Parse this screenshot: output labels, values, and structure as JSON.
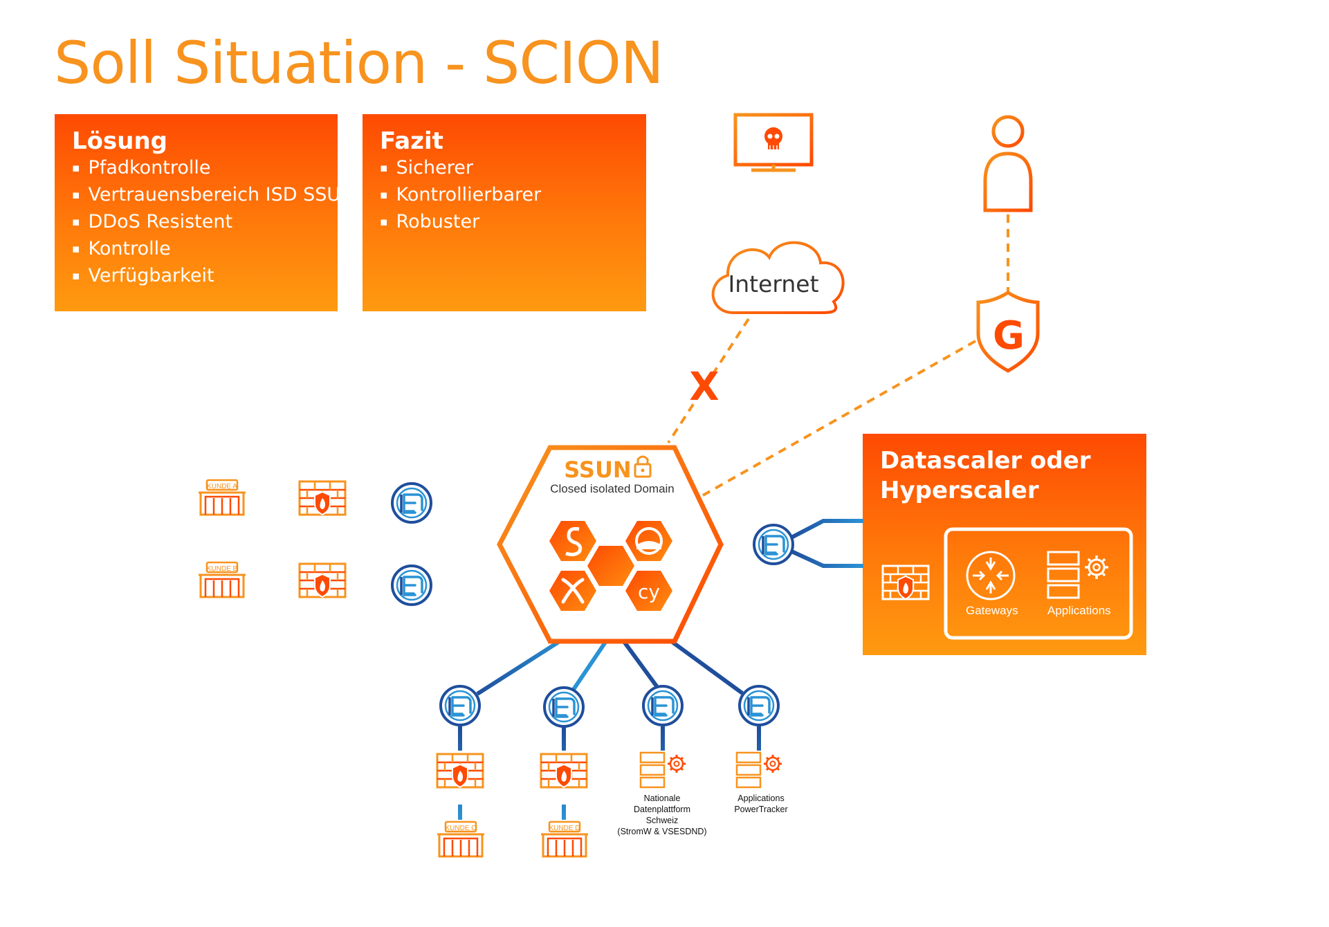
{
  "title": "Soll Situation - SCION",
  "solution": {
    "heading": "Lösung",
    "items": [
      "Pfadkontrolle",
      "Vertrauensbereich ISD SSUN",
      "DDoS Resistent",
      "Kontrolle",
      "Verfügbarkeit"
    ]
  },
  "fazit": {
    "heading": "Fazit",
    "items": [
      "Sicherer",
      "Kontrollierbarer",
      "Robuster"
    ]
  },
  "internet": {
    "label": "Internet",
    "blocked_mark": "X"
  },
  "gateway_shield": {
    "letter": "G"
  },
  "ssun": {
    "name": "SSUN",
    "subtitle": "Closed isolated Domain",
    "member_icons": [
      "swisscom-logo-icon",
      "dome-logo-icon",
      "cross-logo-icon",
      "cy-logo-icon"
    ],
    "cy_text": "cy"
  },
  "datascaler": {
    "heading_line1": "Datascaler oder",
    "heading_line2": "Hyperscaler",
    "gateways_label": "Gateways",
    "applications_label": "Applications"
  },
  "customers": [
    "KUNDE A",
    "KUNDE B",
    "KUNDE C",
    "KUNDE D"
  ],
  "apps": {
    "national_line1": "Nationale",
    "national_line2": "Datenplattform",
    "national_line3": "Schweiz",
    "national_line4": "(StromW & VSESDND)",
    "tracker_line1": "Applications",
    "tracker_line2": "PowerTracker"
  },
  "colors": {
    "orange": "#f7931e",
    "deep_orange": "#fe4a02",
    "blue_dark": "#1f4e9c",
    "blue_light": "#2a93d5"
  }
}
